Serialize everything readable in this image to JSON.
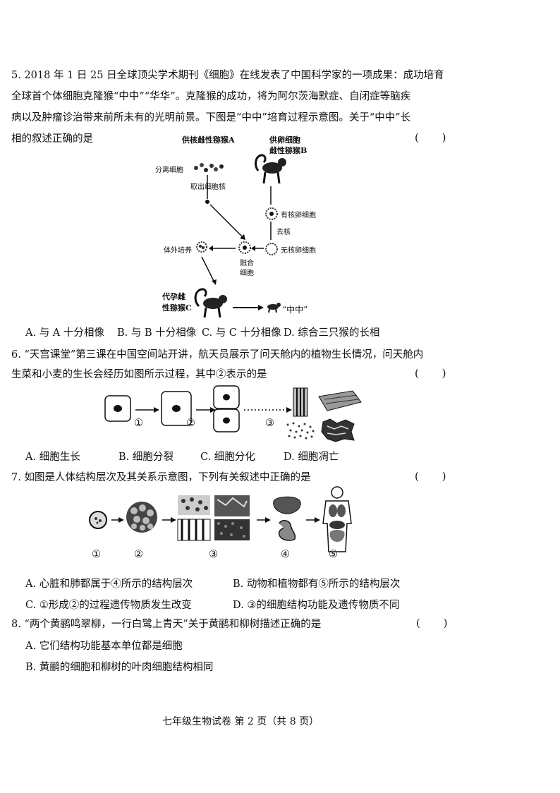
{
  "q5": {
    "lines": [
      "5. 2018 年 1 日 25 日全球顶尖学术期刊《细胞》在线发表了中国科学家的一项成果：成功培育",
      "全球首个体细胞克隆猴“中中”“华华”。克隆猴的成功，将为阿尔茨海默症、自闭症等脑疾",
      "病以及肿瘤诊治带来前所未有的光明前景。下图是“中中”培育过程示意图。关于“中中”长",
      "相的叙述正确的是"
    ],
    "paren": "(  )",
    "diagram": {
      "donor_a": "供核雌性猕猴A",
      "donor_b_line1": "供卵细胞",
      "donor_b_line2": "雌性猕猴B",
      "separate_cells": "分离细胞",
      "take_nucleus": "取出细胞核",
      "nucleated_egg": "有核卵细胞",
      "remove_nucleus": "去核",
      "enucleated_egg": "无核卵细胞",
      "in_vitro": "体外培养",
      "fused_line1": "融合",
      "fused_line2": "细胞",
      "surrogate_line1": "代孕雌",
      "surrogate_line2": "性猕猴C",
      "result": "“中中”"
    },
    "options": [
      "A. 与 A 十分相像",
      "B. 与 B 十分相像",
      "C. 与 C 十分相像",
      "D. 综合三只猴的长相"
    ]
  },
  "q6": {
    "lines": [
      "6. “天宫课堂”第三课在中国空间站开讲，航天员展示了问天舱内的植物生长情况，问天舱内",
      "生菜和小麦的生长会经历如图所示过程，其中②表示的是"
    ],
    "paren": "(  )",
    "step_labels": [
      "①",
      "②",
      "③"
    ],
    "options": [
      "A. 细胞生长",
      "B. 细胞分裂",
      "C. 细胞分化",
      "D. 细胞凋亡"
    ]
  },
  "q7": {
    "lines": [
      "7. 如图是人体结构层次及其关系示意图，下列有关叙述中正确的是"
    ],
    "paren": "(  )",
    "step_labels": [
      "①",
      "②",
      "③",
      "④",
      "⑤"
    ],
    "options": [
      "A. 心脏和肺都属于④所示的结构层次",
      "B. 动物和植物都有⑤所示的结构层次",
      "C. ①形成②的过程遗传物质发生改变",
      "D. ③的细胞结构功能及遗传物质不同"
    ]
  },
  "q8": {
    "lines": [
      "8. “两个黄鹂鸣翠柳，一行白鹭上青天”关于黄鹂和柳树描述正确的是"
    ],
    "paren": "(  )",
    "options": [
      "A. 它们结构功能基本单位都是细胞",
      "B. 黄鹂的细胞和柳树的叶肉细胞结构相同"
    ]
  },
  "footer": "七年级生物试卷    第 2 页（共 8 页）"
}
